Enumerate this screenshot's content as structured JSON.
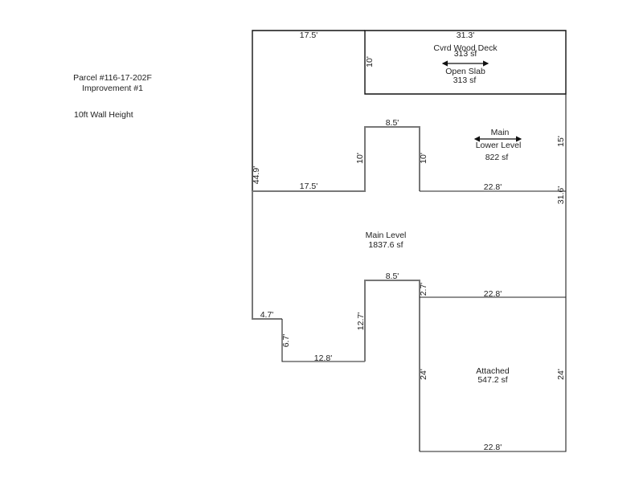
{
  "header": {
    "parcel": "Parcel #116-17-202F",
    "improvement": "Improvement #1",
    "wall_height": "10ft Wall Height"
  },
  "areas": {
    "deck": {
      "name": "Cvrd Wood Deck",
      "area": "313 sf"
    },
    "slab": {
      "name": "Open Slab",
      "area": "313 sf"
    },
    "lower": {
      "name_line1": "Main",
      "name_line2": "Lower Level",
      "area": "822 sf"
    },
    "main": {
      "name": "Main Level",
      "area": "1837.6 sf"
    },
    "garage": {
      "name": "Attached",
      "area": "547.2 sf"
    }
  },
  "dimensions": {
    "top_left": "17.5'",
    "top_deck": "31.3'",
    "deck_left": "10'",
    "bump_top_upper": "8.5'",
    "bump_left_upper": "10'",
    "bump_right_upper": "10'",
    "lower_right": "15'",
    "left_overall": "44.9'",
    "mid_left": "17.5'",
    "mid_right": "22.8'",
    "right_overall": "31.6'",
    "bump_top_lower": "8.5'",
    "notch_right": "2.7'",
    "garage_top": "22.8'",
    "step_top": "4.7'",
    "step_side": "6.7'",
    "bottom_left": "12.8'",
    "bump_left_lower": "12.7'",
    "garage_left": "24'",
    "garage_right": "24'",
    "garage_bottom": "22.8'"
  }
}
